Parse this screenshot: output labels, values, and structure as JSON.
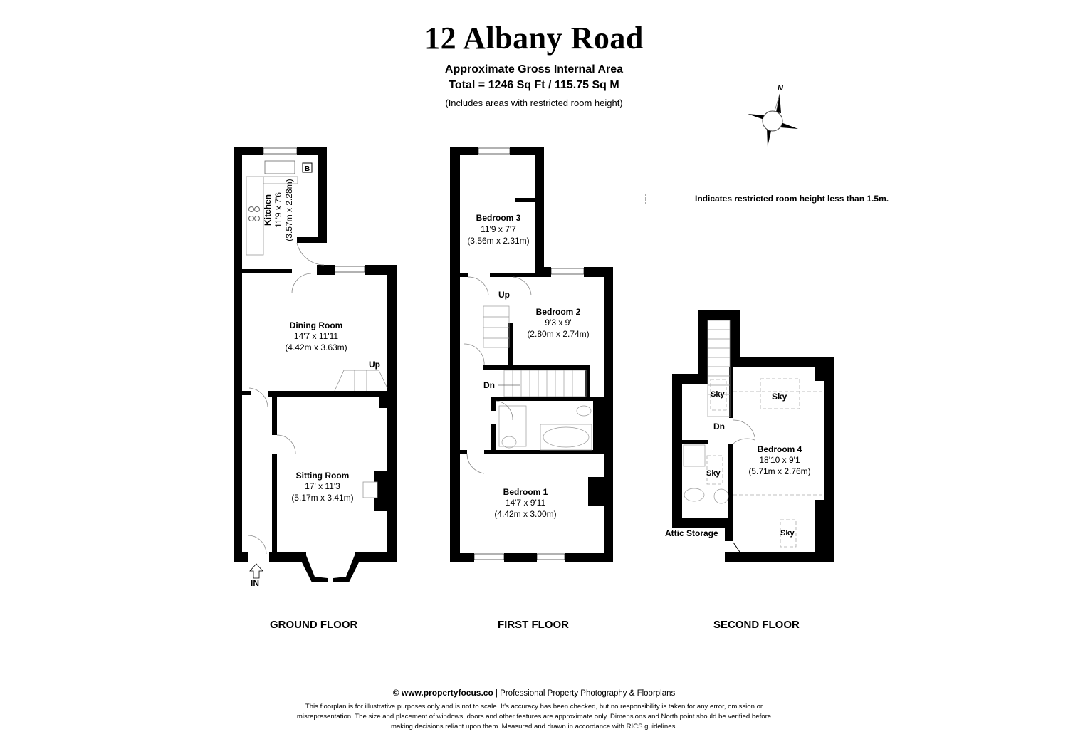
{
  "header": {
    "title": "12 Albany Road",
    "subtitle": "Approximate Gross Internal Area",
    "total_area": "Total = 1246 Sq Ft / 115.75 Sq M",
    "note": "(Includes areas with restricted room height)"
  },
  "compass": {
    "label": "N",
    "icon": "north-compass-icon"
  },
  "legend": {
    "text": "Indicates restricted room height less than 1.5m."
  },
  "floors": [
    {
      "label": "GROUND FLOOR",
      "rooms": [
        {
          "name": "Kitchen",
          "dims_imperial": "11'9 x 7'6",
          "dims_metric": "(3.57m x 2.28m)"
        },
        {
          "name": "Dining Room",
          "dims_imperial": "14'7 x 11'11",
          "dims_metric": "(4.42m x 3.63m)"
        },
        {
          "name": "Sitting Room",
          "dims_imperial": "17' x 11'3",
          "dims_metric": "(5.17m x 3.41m)"
        }
      ],
      "annotations": {
        "stairs": "Up",
        "entrance": "IN",
        "boiler": "B"
      }
    },
    {
      "label": "FIRST FLOOR",
      "rooms": [
        {
          "name": "Bedroom 3",
          "dims_imperial": "11'9 x 7'7",
          "dims_metric": "(3.56m x 2.31m)"
        },
        {
          "name": "Bedroom 2",
          "dims_imperial": "9'3 x 9'",
          "dims_metric": "(2.80m x 2.74m)"
        },
        {
          "name": "Bedroom 1",
          "dims_imperial": "14'7 x 9'11",
          "dims_metric": "(4.42m x 3.00m)"
        }
      ],
      "annotations": {
        "stairs_up": "Up",
        "stairs_down": "Dn"
      }
    },
    {
      "label": "SECOND FLOOR",
      "rooms": [
        {
          "name": "Bedroom 4",
          "dims_imperial": "18'10 x 9'1",
          "dims_metric": "(5.71m x 2.76m)"
        }
      ],
      "annotations": {
        "stairs_down": "Dn",
        "storage": "Attic Storage",
        "skylight": "Sky"
      }
    }
  ],
  "footer": {
    "website": "© www.propertyfocus.co",
    "tagline": " | Professional Property Photography & Floorplans",
    "disclaimer": "This floorplan is for illustrative purposes only and is not to scale. It's accuracy has been checked, but no responsibility is taken for any error, omission or misrepresentation. The size and placement of windows, doors and other features are approximate only. Dimensions and North point should be verified before making decisions reliant upon them. Measured and drawn in accordance with RICS guidelines."
  }
}
